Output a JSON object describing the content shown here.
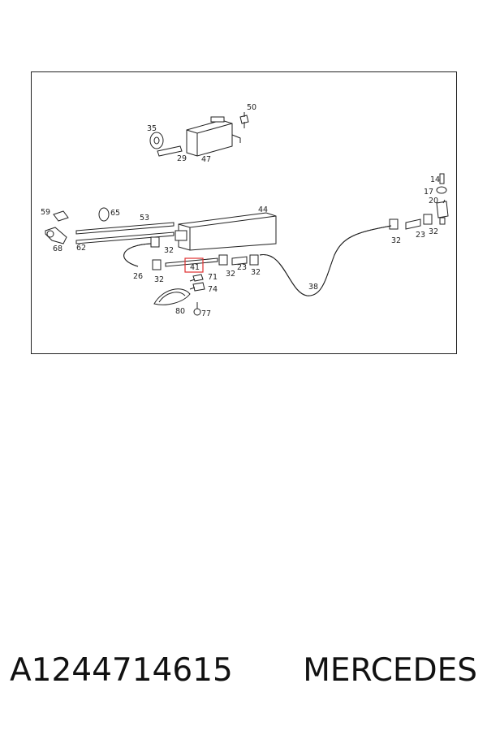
{
  "diagram": {
    "callouts": [
      {
        "id": "c50",
        "text": "50"
      },
      {
        "id": "c35",
        "text": "35"
      },
      {
        "id": "c29",
        "text": "29"
      },
      {
        "id": "c47",
        "text": "47"
      },
      {
        "id": "c14",
        "text": "14"
      },
      {
        "id": "c17",
        "text": "17"
      },
      {
        "id": "c20",
        "text": "20"
      },
      {
        "id": "c59",
        "text": "59"
      },
      {
        "id": "c65",
        "text": "65"
      },
      {
        "id": "c53",
        "text": "53"
      },
      {
        "id": "c44",
        "text": "44"
      },
      {
        "id": "c68",
        "text": "68"
      },
      {
        "id": "c62",
        "text": "62"
      },
      {
        "id": "c32a",
        "text": "32"
      },
      {
        "id": "c26",
        "text": "26"
      },
      {
        "id": "c32b",
        "text": "32"
      },
      {
        "id": "c41",
        "text": "41"
      },
      {
        "id": "c23a",
        "text": "23"
      },
      {
        "id": "c32c",
        "text": "32"
      },
      {
        "id": "c32d",
        "text": "32"
      },
      {
        "id": "c71",
        "text": "71"
      },
      {
        "id": "c74",
        "text": "74"
      },
      {
        "id": "c80",
        "text": "80"
      },
      {
        "id": "c77",
        "text": "77"
      },
      {
        "id": "c38",
        "text": "38"
      },
      {
        "id": "c32e",
        "text": "32"
      },
      {
        "id": "c23b",
        "text": "23"
      },
      {
        "id": "c32f",
        "text": "32"
      }
    ],
    "highlighted_callout": "41",
    "highlight_color": "#e03030"
  },
  "caption": {
    "part_number": "A1244714615",
    "brand": "MERCEDES"
  }
}
